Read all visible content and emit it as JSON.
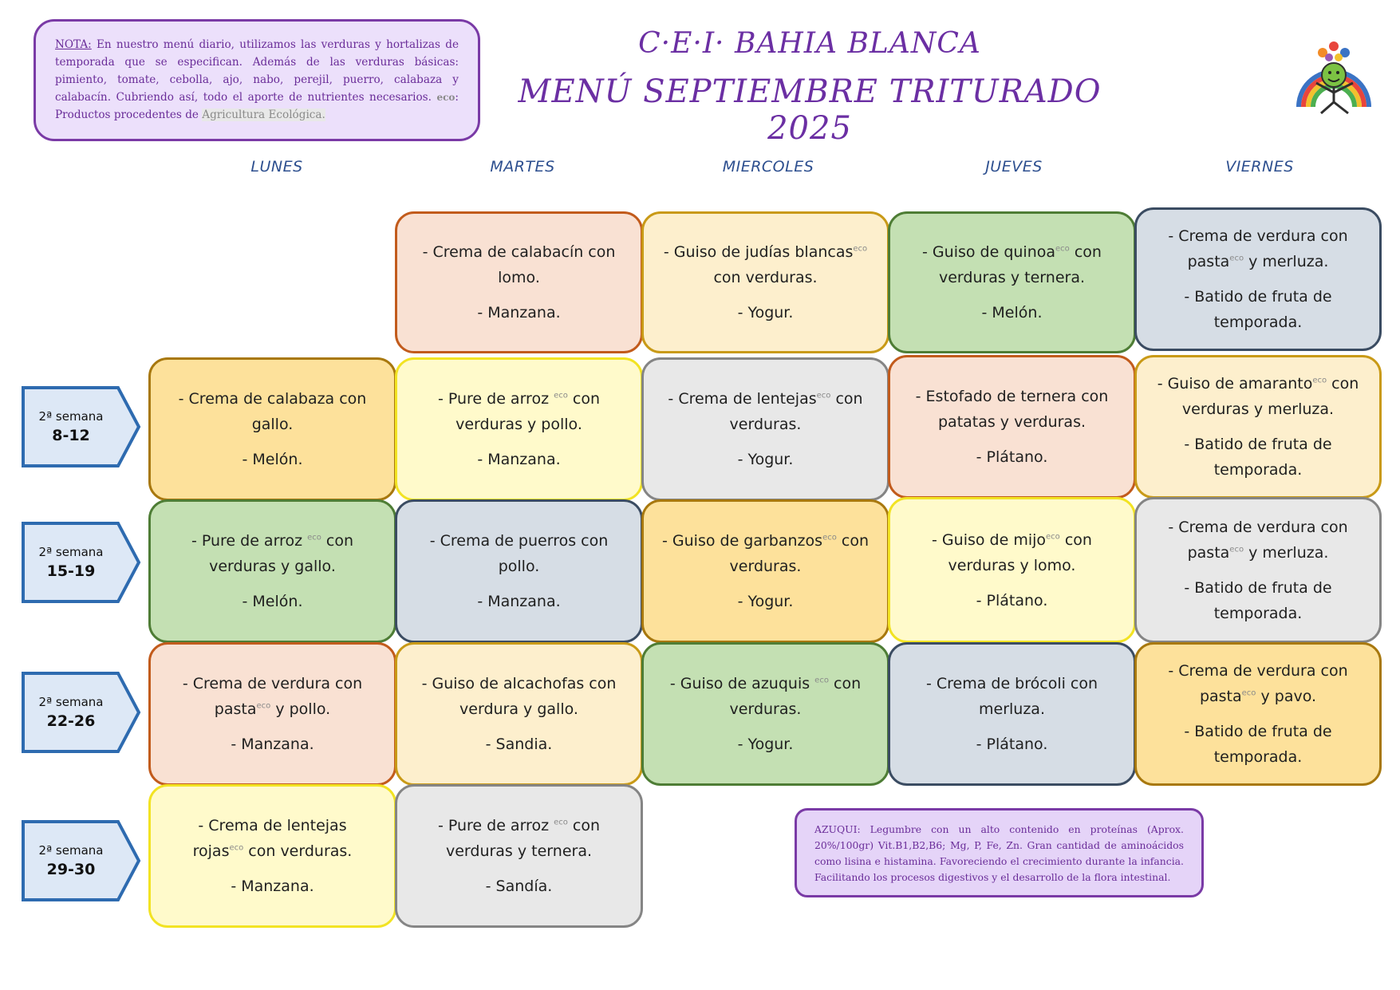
{
  "note": {
    "label": "NOTA:",
    "text1": " En nuestro menú diario, utilizamos las verduras y hortalizas de temporada que se especifican. Además de las verduras básicas: pimiento, tomate, cebolla, ajo, nabo, perejil, puerro, calabaza y calabacín. Cubriendo así, todo el aporte de nutrientes necesarios. ",
    "eco": "eco",
    "text2": ": Productos procedentes de ",
    "text3": "Agricultura Ecológica."
  },
  "header": {
    "line1": "C·E·I· BAHIA BLANCA",
    "line2": "MENÚ SEPTIEMBRE TRITURADO 2025"
  },
  "days": [
    "LUNES",
    "MARTES",
    "MIERCOLES",
    "JUEVES",
    "VIERNES"
  ],
  "weeks": [
    {
      "label": "2ª semana",
      "range": "8-12"
    },
    {
      "label": "2ª semana",
      "range": "15-19"
    },
    {
      "label": "2ª semana",
      "range": "22-26"
    },
    {
      "label": "2ª semana",
      "range": "29-30"
    }
  ],
  "eco_mark": "eco",
  "cells": {
    "r0c1": {
      "a": "- Crema de calabacín con",
      "b": "lomo.",
      "c": "- Manzana."
    },
    "r0c2": {
      "a": "- Guiso de judías blancas",
      "b": "con verduras.",
      "c": "- Yogur."
    },
    "r0c3": {
      "a": "- Guiso de quinoa",
      "a2": " con",
      "b": "verduras y ternera.",
      "c": "- Melón."
    },
    "r0c4": {
      "a": "- Crema de verdura con",
      "b": "pasta",
      "b2": " y merluza.",
      "c": "- Batido de fruta de",
      "d": "temporada."
    },
    "r1c0": {
      "a": "- Crema de calabaza con",
      "b": "gallo.",
      "c": "- Melón."
    },
    "r1c1": {
      "a": "- Pure de arroz ",
      "a2": " con",
      "b": "verduras y pollo.",
      "c": "- Manzana."
    },
    "r1c2": {
      "a": "- Crema de lentejas",
      "a2": " con",
      "b": "verduras.",
      "c": "- Yogur."
    },
    "r1c3": {
      "a": "- Estofado de ternera con",
      "b": "patatas y verduras.",
      "c": "- Plátano."
    },
    "r1c4": {
      "a": "- Guiso de amaranto",
      "a2": " con",
      "b": "verduras y merluza.",
      "c": "- Batido de fruta de",
      "d": "temporada."
    },
    "r2c0": {
      "a": "- Pure de arroz ",
      "a2": " con",
      "b": "verduras y gallo.",
      "c": "- Melón."
    },
    "r2c1": {
      "a": "- Crema de puerros con",
      "b": "pollo.",
      "c": "- Manzana."
    },
    "r2c2": {
      "a": "- Guiso de garbanzos",
      "a2": " con",
      "b": "verduras.",
      "c": "- Yogur."
    },
    "r2c3": {
      "a": "- Guiso de mijo",
      "a2": " con",
      "b": "verduras y lomo.",
      "c": "- Plátano."
    },
    "r2c4": {
      "a": "- Crema de verdura con",
      "b": "pasta",
      "b2": " y merluza.",
      "c": "- Batido de fruta de",
      "d": "temporada."
    },
    "r3c0": {
      "a": "- Crema de verdura con",
      "b": "pasta",
      "b2": " y pollo.",
      "c": "- Manzana."
    },
    "r3c1": {
      "a": "- Guiso de alcachofas con",
      "b": "verdura y gallo.",
      "c": "- Sandia."
    },
    "r3c2": {
      "a": "- Guiso de azuquis ",
      "a2": " con",
      "b": "verduras.",
      "c": "- Yogur."
    },
    "r3c3": {
      "a": "- Crema de brócoli con",
      "b": "merluza.",
      "c": "- Plátano."
    },
    "r3c4": {
      "a": "- Crema de verdura con",
      "b": "pasta",
      "b2": " y pavo.",
      "c": "- Batido de fruta de",
      "d": "temporada."
    },
    "r4c0": {
      "a": "- Crema de lentejas",
      "b": "rojas",
      "b2": " con verduras.",
      "c": "- Manzana."
    },
    "r4c1": {
      "a": "- Pure de arroz ",
      "a2": " con",
      "b": "verduras y ternera.",
      "c": "- Sandía."
    }
  },
  "azuqui": "AZUQUI: Legumbre con un alto contenido en proteínas (Aprox. 20%/100gr) Vit.B1,B2,B6; Mg, P, Fe, Zn. Gran cantidad de aminoácidos como lisina e histamina. Favoreciendo el crecimiento durante la infancia. Facilitando los procesos digestivos y el desarrollo de la flora intestinal.",
  "colors": {
    "title": "#6b2fa3",
    "day": "#2d4f8f",
    "arrow_fill": "#dde8f6",
    "arrow_stroke": "#2e6bb0"
  }
}
